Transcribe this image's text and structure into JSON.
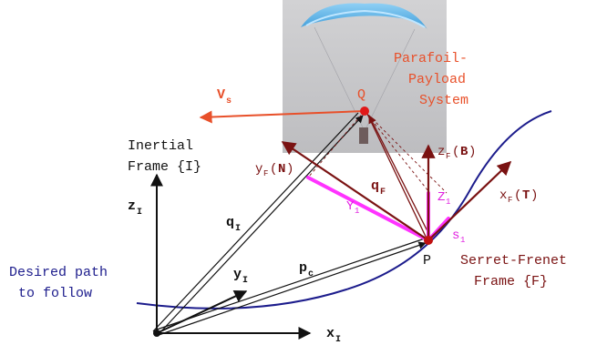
{
  "labels": {
    "inertial_frame_line1": "Inertial",
    "inertial_frame_line2": "Frame {I}",
    "z_I": "z",
    "y_I": "y",
    "x_I": "x",
    "I_sub": "I",
    "q_I": "q",
    "p_c": "p",
    "p_c_sub": "c",
    "desired_path_line1": "Desired path",
    "desired_path_line2": "to follow",
    "V_s": "V",
    "V_s_sub": "s",
    "point_Q": "Q",
    "point_P": "P",
    "parafoil_line1": "Parafoil-",
    "parafoil_line2": "Payload",
    "parafoil_line3": "System",
    "zF_prefix": "z",
    "zF_sub": "F",
    "zF_B": "B",
    "yF_prefix": "y",
    "yF_sub": "F",
    "yF_N": "N",
    "xF_prefix": "x",
    "xF_sub": "F",
    "xF_T": "T",
    "q_F": "q",
    "q_F_sub": "F",
    "Y1": "Y",
    "Z1": "Z",
    "s1": "s",
    "one_sub": "1",
    "serret_line1": "Serret-Frenet",
    "serret_line2": "Frame {F}",
    "paren_open": "(",
    "paren_close": ")"
  },
  "colors": {
    "black": "#111111",
    "red": "#e8502a",
    "dark_red": "#7a1212",
    "magenta": "#ff33ff",
    "blue": "#1c1c8c",
    "photo_gray": "#c8c8ca"
  }
}
